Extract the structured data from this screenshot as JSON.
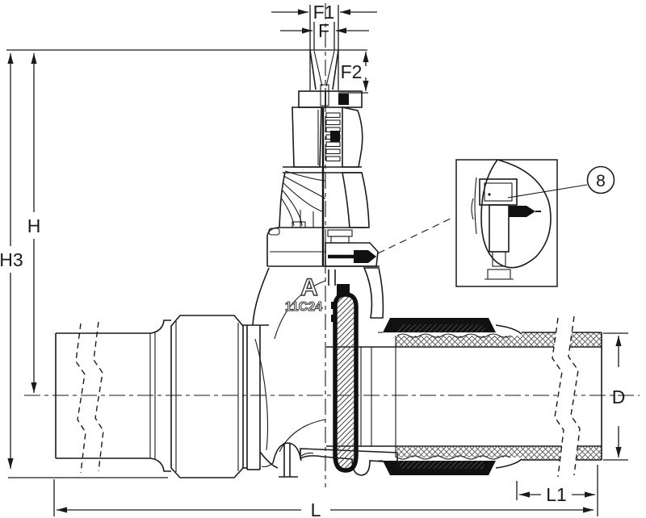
{
  "colors": {
    "background": "#ffffff",
    "line": "#1a1a1a",
    "solid_black": "#111111"
  },
  "dimensions": {
    "f1": "F1",
    "f": "F",
    "f2": "F2",
    "h": "H",
    "h3": "H3",
    "d": "D",
    "l1": "L1",
    "l": "L"
  },
  "detail_view": {
    "callout_number": "8"
  },
  "cast_marks": {
    "logo": "A",
    "code": "11C24"
  }
}
